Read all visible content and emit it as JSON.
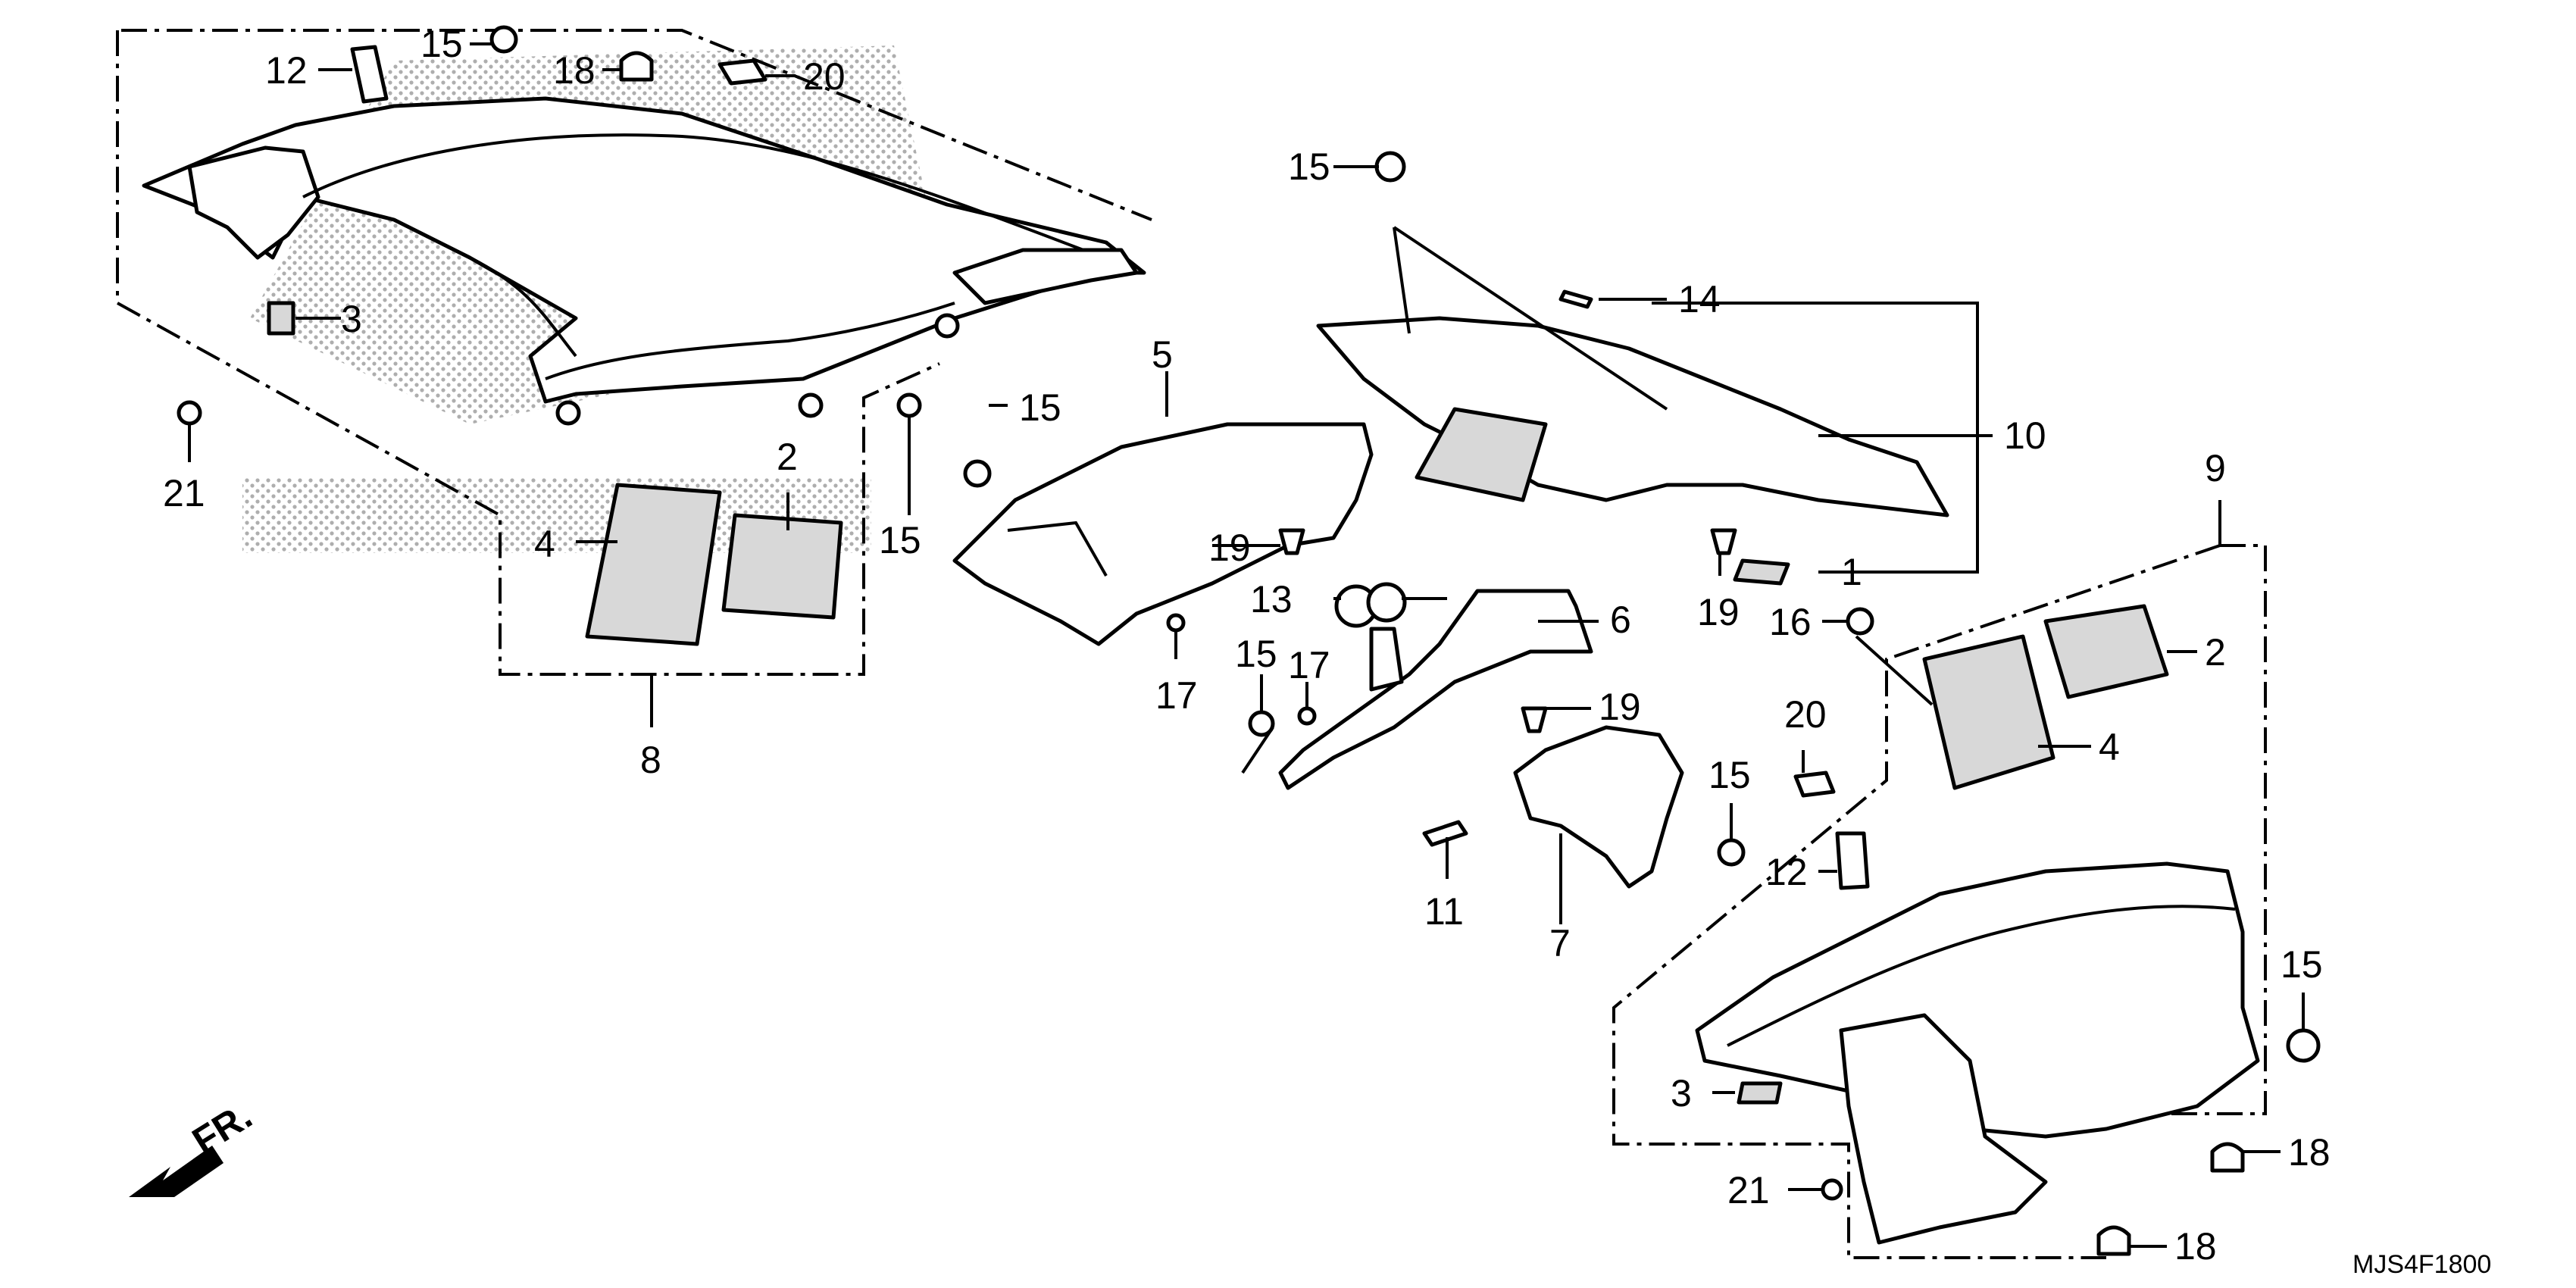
{
  "diagram": {
    "drawing_code": "MJS4F1800",
    "front_direction": "FR.",
    "callouts": {
      "c1": "1",
      "c2a": "2",
      "c2b": "2",
      "c3a": "3",
      "c3b": "3",
      "c4a": "4",
      "c4b": "4",
      "c5": "5",
      "c6": "6",
      "c7": "7",
      "c8": "8",
      "c9": "9",
      "c10": "10",
      "c11": "11",
      "c12a": "12",
      "c12b": "12",
      "c13": "13",
      "c14": "14",
      "c15a": "15",
      "c15b": "15",
      "c15c": "15",
      "c15d": "15",
      "c15e": "15",
      "c15f": "15",
      "c15g": "15",
      "c16": "16",
      "c17a": "17",
      "c17b": "17",
      "c18a": "18",
      "c18b": "18",
      "c18c": "18",
      "c19a": "19",
      "c19b": "19",
      "c19c": "19",
      "c20a": "20",
      "c20b": "20",
      "c21a": "21",
      "c21b": "21"
    }
  }
}
